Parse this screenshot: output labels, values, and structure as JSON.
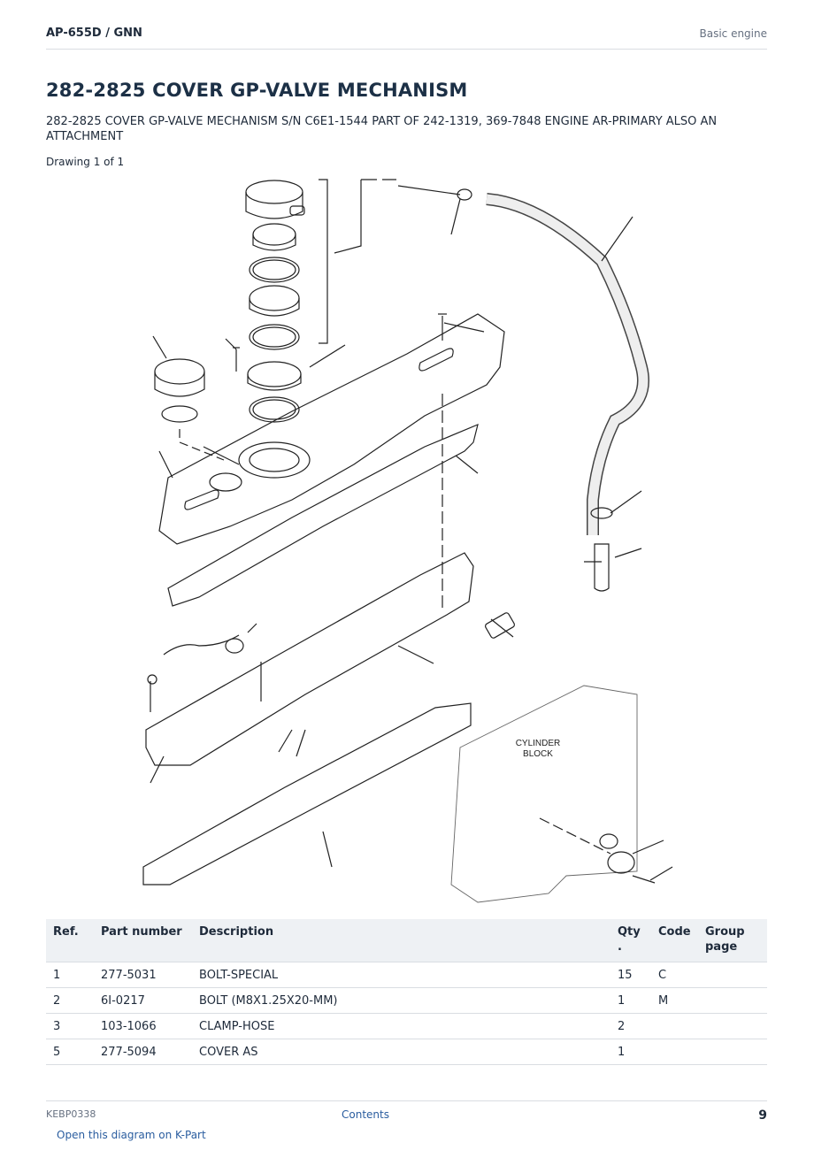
{
  "header": {
    "model": "AP-655D  /  GNN",
    "section": "Basic engine"
  },
  "title": "282-2825 COVER GP-VALVE MECHANISM",
  "subtitle": "282-2825 COVER GP-VALVE MECHANISM S/N C6E1-1544 PART OF 242-1319, 369-7848 ENGINE AR-PRIMARY ALSO AN ATTACHMENT",
  "drawing_label": "Drawing 1 of 1",
  "diagram": {
    "label_line1": "CYLINDER",
    "label_line2": "BLOCK"
  },
  "table": {
    "headers": {
      "ref": "Ref.",
      "part_number": "Part number",
      "description": "Description",
      "qty": "Qty",
      "qty_dot": ".",
      "code": "Code",
      "group_page_1": "Group",
      "group_page_2": "page"
    },
    "rows": [
      {
        "ref": "1",
        "part_number": "277-5031",
        "description": "BOLT-SPECIAL",
        "qty": "15",
        "code": "C",
        "group_page": ""
      },
      {
        "ref": "2",
        "part_number": "6I-0217",
        "description": "BOLT (M8X1.25X20-MM)",
        "qty": "1",
        "code": "M",
        "group_page": ""
      },
      {
        "ref": "3",
        "part_number": "103-1066",
        "description": "CLAMP-HOSE",
        "qty": "2",
        "code": "",
        "group_page": ""
      },
      {
        "ref": "5",
        "part_number": "277-5094",
        "description": "COVER AS",
        "qty": "1",
        "code": "",
        "group_page": ""
      }
    ]
  },
  "footer": {
    "doc_id": "KEBP0338",
    "contents": "Contents",
    "page": "9"
  },
  "kpart_link": "Open this diagram on K-Part"
}
